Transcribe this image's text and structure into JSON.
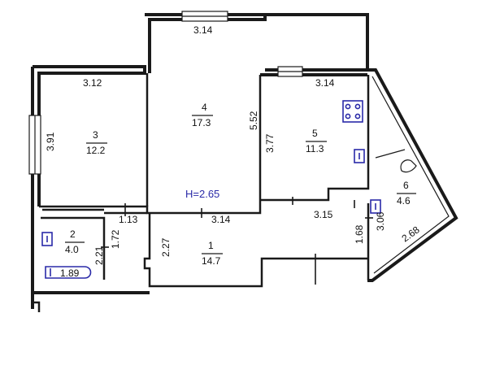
{
  "plan": {
    "ceiling_height": "H=2.65",
    "rooms": [
      {
        "id": "1",
        "number": "1",
        "area": "14.7"
      },
      {
        "id": "2",
        "number": "2",
        "area": "4.0"
      },
      {
        "id": "3",
        "number": "3",
        "area": "12.2"
      },
      {
        "id": "4",
        "number": "4",
        "area": "17.3"
      },
      {
        "id": "5",
        "number": "5",
        "area": "11.3"
      },
      {
        "id": "6",
        "number": "6",
        "area": "4.6"
      }
    ],
    "dimensions": {
      "room4_top": "3.14",
      "room3_top": "3.12",
      "room4_right": "5.52",
      "room5_top": "3.14",
      "room3_left": "3.91",
      "room5_left": "3.77",
      "room4_bottom": "3.14",
      "hall_right": "3.15",
      "corridor": "1.13",
      "room2_right": "1.72",
      "room2_left": "2.21",
      "hall_left": "2.27",
      "hall_right_vertical": "1.68",
      "room6_left": "3.06",
      "room6_diagonal": "2.68",
      "bath": "1.89"
    },
    "icons": {
      "stove": "stove-icon",
      "sink": "sink-icon",
      "toilet": "toilet-icon",
      "bathtub": "bathtub-icon"
    },
    "colors": {
      "walls": "#1a1a1a",
      "fixtures": "#2a2aa8"
    }
  }
}
